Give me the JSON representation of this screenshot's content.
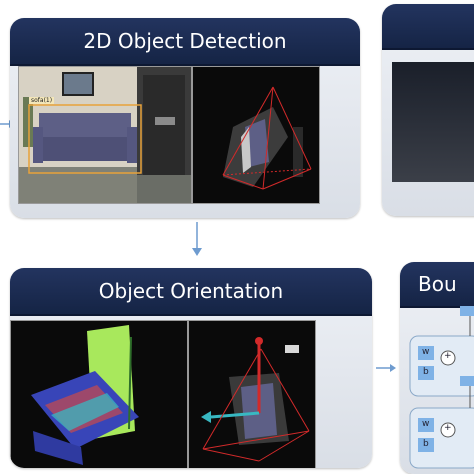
{
  "panels": {
    "detection": {
      "title": "2D Object Detection",
      "tag": "sofa(1)"
    },
    "orientation": {
      "title": "Object Orientation"
    },
    "bounding": {
      "title": "Bou",
      "block_w1": "w",
      "block_b1": "b",
      "block_w2": "w",
      "block_b2": "b"
    }
  },
  "colors": {
    "header": "#1b2a4f",
    "arrow": "#6e9bcf",
    "bbox_red": "#d22a2a",
    "detect_box": "#e8a23a",
    "sofa": "#5d5f86",
    "green_plane": "#a8e85c",
    "teal_arrow": "#38b8c2"
  }
}
